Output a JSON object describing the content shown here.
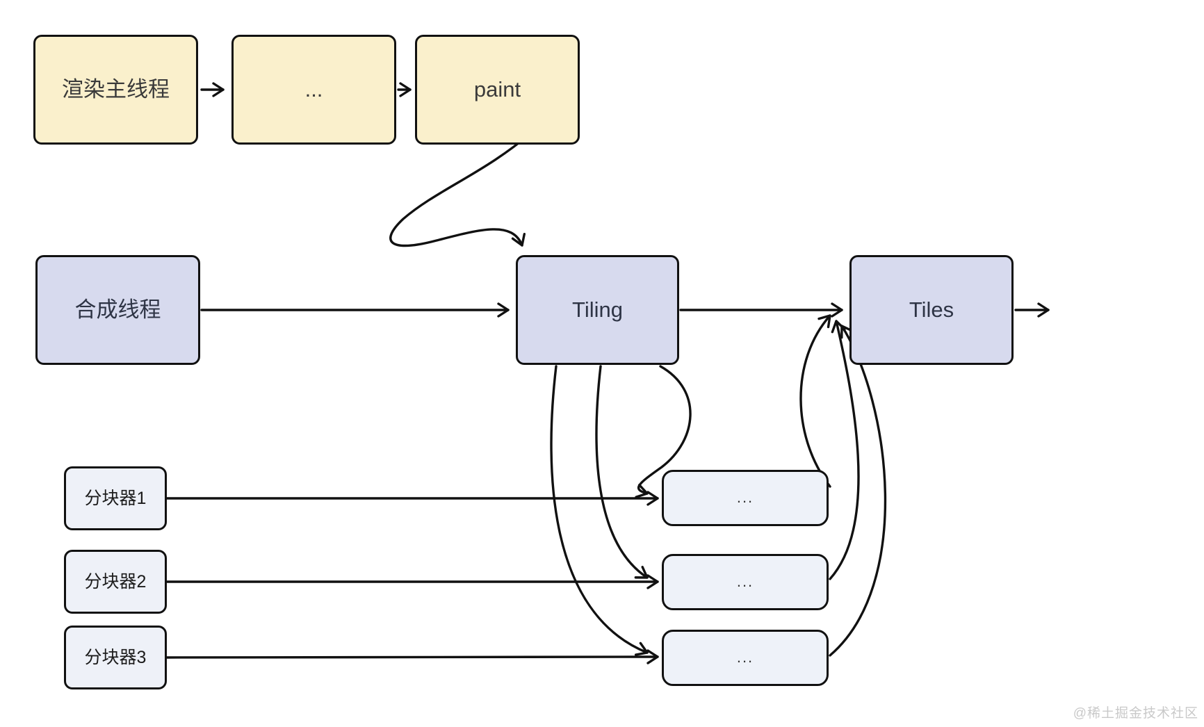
{
  "diagram": {
    "top_row": [
      {
        "label": "渲染主线程"
      },
      {
        "label": "..."
      },
      {
        "label": "paint"
      }
    ],
    "compositor": {
      "label": "合成线程"
    },
    "tiling": {
      "label": "Tiling"
    },
    "tiles": {
      "label": "Tiles"
    },
    "tilers": [
      {
        "label": "分块器1"
      },
      {
        "label": "分块器2"
      },
      {
        "label": "分块器3"
      }
    ],
    "queues": [
      {
        "label": "..."
      },
      {
        "label": "..."
      },
      {
        "label": "..."
      }
    ],
    "watermark": "@稀土掘金技术社区",
    "colors": {
      "stage_fill": "#faf0cc",
      "thread_fill": "#d7daee",
      "worker_fill": "#eef1f8",
      "queue_fill": "#eef2f9",
      "stroke": "#111111",
      "watermark_text": "#c9c9c9",
      "background": "#ffffff"
    }
  }
}
